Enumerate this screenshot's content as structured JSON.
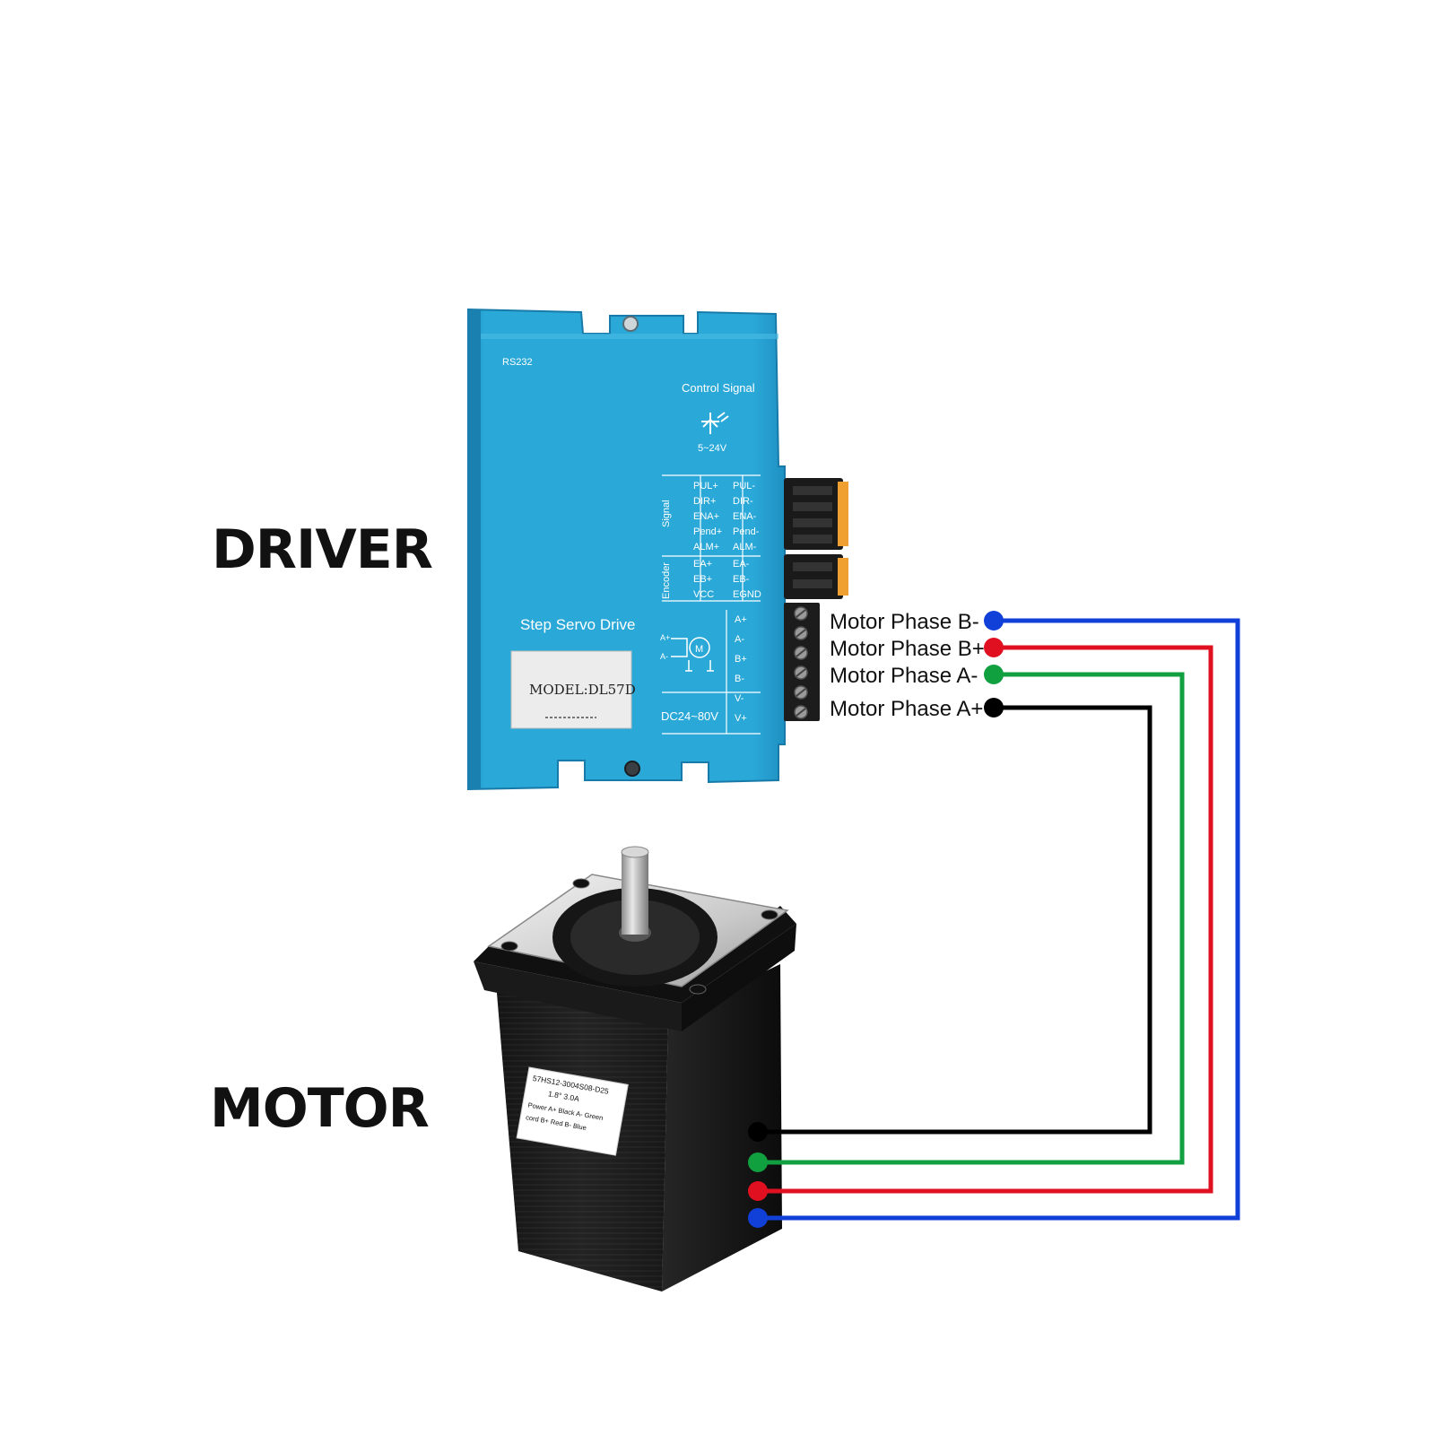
{
  "labels": {
    "driver": "DRIVER",
    "motor": "MOTOR"
  },
  "driver": {
    "rs232": "RS232",
    "control_signal": "Control Signal",
    "voltage_signal": "5~24V",
    "signal_section": "Signal",
    "encoder_section": "Encoder",
    "title": "Step Servo Drive",
    "model": "MODEL:DL57D",
    "power_voltage": "DC24~80V",
    "signal_pins_left": [
      "PUL+",
      "DIR+",
      "ENA+",
      "Pend+",
      "ALM+"
    ],
    "signal_pins_right": [
      "PUL-",
      "DIR-",
      "ENA-",
      "Pend-",
      "ALM-"
    ],
    "encoder_pins_left": [
      "EA+",
      "EB+",
      "VCC"
    ],
    "encoder_pins_right": [
      "EA-",
      "EB-",
      "EGND"
    ],
    "motor_terminals": [
      "A+",
      "A-",
      "B+",
      "B-",
      "V-",
      "V+"
    ],
    "motor_symbol": "M",
    "body_color": "#2aa8d8",
    "connector_color": "#f0a030"
  },
  "wiring": [
    {
      "label": "Motor Phase B-",
      "color": "#1040d8"
    },
    {
      "label": "Motor Phase B+",
      "color": "#e01020"
    },
    {
      "label": "Motor Phase A-",
      "color": "#10a040"
    },
    {
      "label": "Motor Phase A+",
      "color": "#000000"
    }
  ],
  "motor": {
    "label_line1": "57HS12-3004S08-D25",
    "label_line2": "1.8°  3.0A",
    "label_line3": "Power A+ Black  A- Green",
    "label_line4": "cord  B+ Red     B- Blue",
    "body_color": "#1a1a1a"
  }
}
